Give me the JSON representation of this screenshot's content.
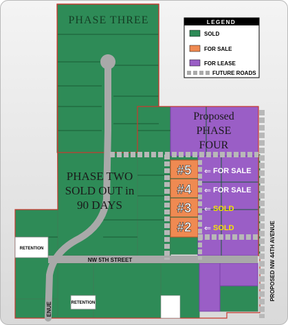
{
  "legend": {
    "title": "LEGEND",
    "items": [
      {
        "label": "SOLD",
        "color": "#2e8b57",
        "icon": "green-swatch-icon"
      },
      {
        "label": "FOR SALE",
        "color": "#ef8a52",
        "icon": "orange-swatch-icon"
      },
      {
        "label": "FOR LEASE",
        "color": "#9a5ec6",
        "icon": "purple-swatch-icon"
      },
      {
        "label": "FUTURE ROADS",
        "color": "#b8b8b8",
        "icon": "dashed-road-icon"
      }
    ]
  },
  "phases": {
    "phase_three": "PHASE THREE",
    "phase_two_line1": "PHASE   TWO",
    "phase_two_line2": "SOLD OUT in",
    "phase_two_line3": "90 DAYS",
    "phase_four_line1": "Proposed",
    "phase_four_line2": "PHASE",
    "phase_four_line3": "FOUR"
  },
  "lots": [
    {
      "number": "#5",
      "status": "FOR SALE"
    },
    {
      "number": "#4",
      "status": "FOR SALE"
    },
    {
      "number": "#3",
      "status": "SOLD"
    },
    {
      "number": "#2",
      "status": "SOLD"
    }
  ],
  "streets": {
    "fifth": "NW 5TH STREET",
    "avenue_44": "PROPOSED NW 44TH AVENUE",
    "avenue_left": "ENUE"
  },
  "retention": [
    "RETENTION",
    "RETENTION"
  ],
  "colors": {
    "sold": "#2e8b57",
    "for_sale": "#ef8a52",
    "for_lease": "#9a5ec6",
    "road": "#a9a9a9",
    "boundary": "#c8392f"
  }
}
